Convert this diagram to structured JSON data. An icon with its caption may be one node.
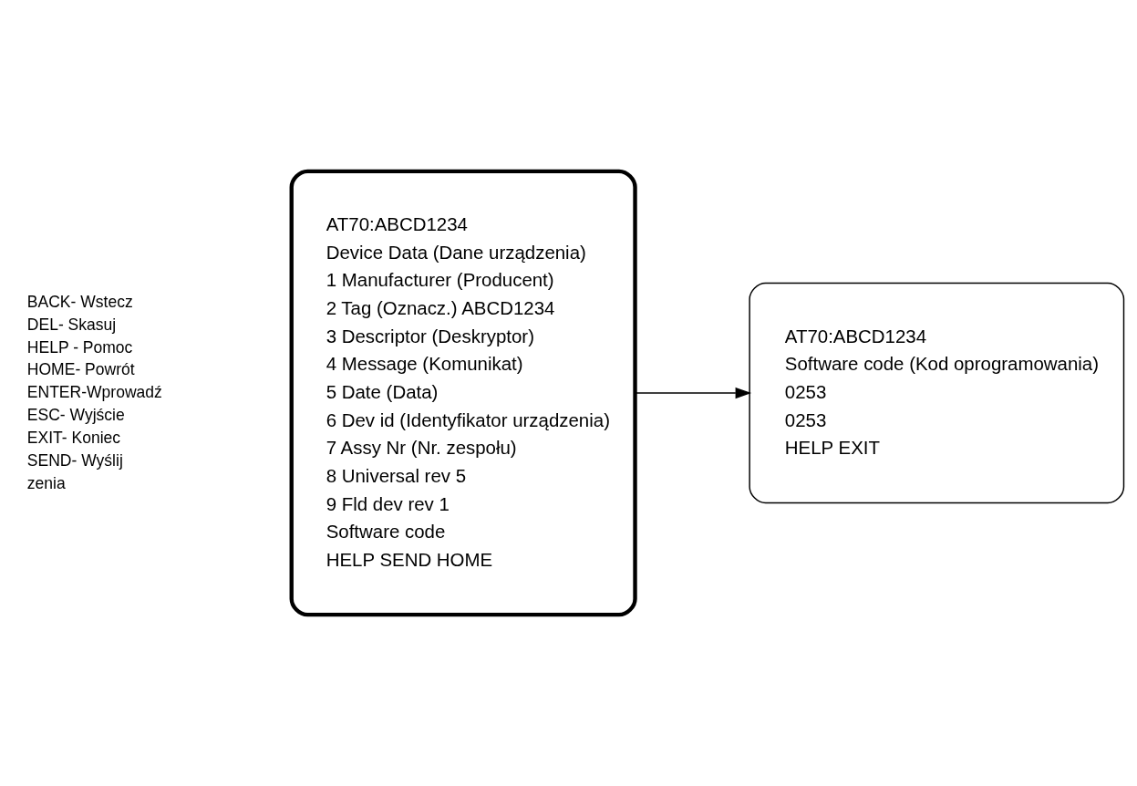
{
  "diagram": {
    "nodes": [
      {
        "text": [
          "AT70:ABCD1234",
          "Device Data (Dane urządzenia)",
          "1 Manufacturer (Producent)",
          "2 Tag (Oznacz.) ABCD1234",
          "3 Descriptor (Deskryptor)",
          "4 Message (Komunikat)",
          "5 Date (Data)",
          "6 Dev id (Identyfikator urządzenia)",
          "7 Assy Nr (Nr. zespołu)",
          "8 Universal rev 5",
          "9 Fld dev rev 1",
          "Software code",
          "HELP SEND HOME"
        ]
      },
      {
        "text": [
          "AT70:ABCD1234",
          "Software code (Kod oprogramowania)",
          "0253",
          "0253",
          "HELP EXIT"
        ]
      }
    ],
    "edges": [
      {
        "from": 0,
        "to": 1,
        "arrow": "to"
      }
    ],
    "labels": [
      "BACK- Wstecz",
      "DEL- Skasuj",
      "HELP - Pomoc",
      "HOME- Powrót",
      "ENTER-Wprowadź",
      "ESC- Wyjście",
      "EXIT- Koniec",
      "SEND- Wyślij",
      "zenia"
    ]
  }
}
